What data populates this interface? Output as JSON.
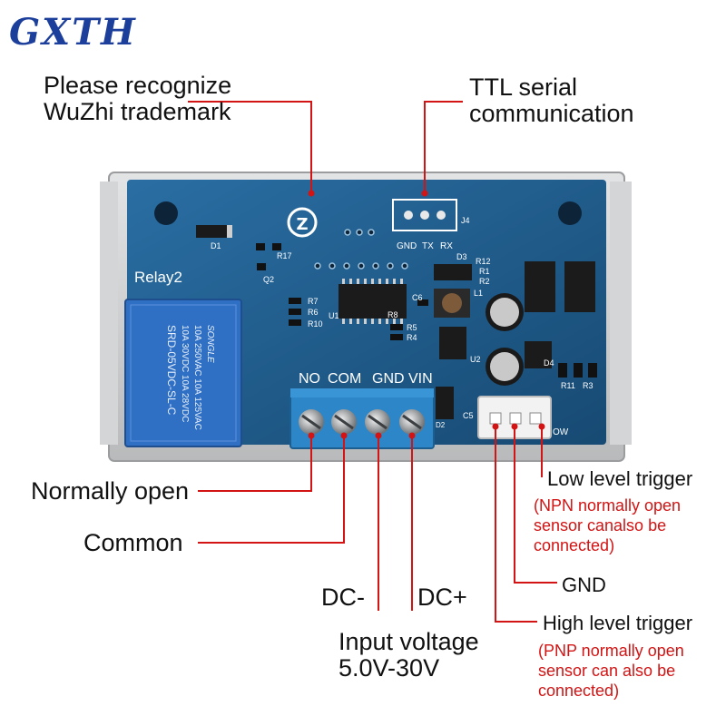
{
  "logo": "GXTH",
  "labels": {
    "trademark": "Please recognize\nWuZhi trademark",
    "ttl": "TTL serial\ncommunication",
    "normally_open": "Normally open",
    "common": "Common",
    "dc_minus": "DC-",
    "dc_plus": "DC+",
    "input_voltage": "Input voltage\n5.0V-30V",
    "low_level": "Low level trigger",
    "low_note": "(NPN normally open\nsensor canalso be\nconnected)",
    "gnd": "GND",
    "high_level": "High level trigger",
    "high_note": "(PNP normally open\nsensor can also be\nconnected)"
  },
  "pcb": {
    "relay_label": "Relay2",
    "terminal_labels": [
      "NO",
      "COM",
      "GND",
      "VIN"
    ],
    "header_labels": [
      "GND",
      "TX",
      "RX"
    ],
    "j4": "J4",
    "relay_body": [
      "SONGLE",
      "10A 250VAC  10A 125VAC",
      "10A 30VDC   10A 28VDC",
      "SRD-05VDC-SL-C"
    ],
    "refs": [
      "D1",
      "R17",
      "Q2",
      "R7",
      "R6",
      "R10",
      "U1",
      "R8",
      "R5",
      "R4",
      "C6",
      "D3",
      "R12",
      "R1",
      "R2",
      "L1",
      "U2",
      "D4",
      "R11",
      "R3",
      "C5",
      "D2",
      "OW"
    ]
  },
  "colors": {
    "pcb": "#1f5a8a",
    "case": "#c9cacb",
    "leader": "#d21414",
    "relay": "#2f6fc4",
    "terminal": "#2d86c8"
  }
}
